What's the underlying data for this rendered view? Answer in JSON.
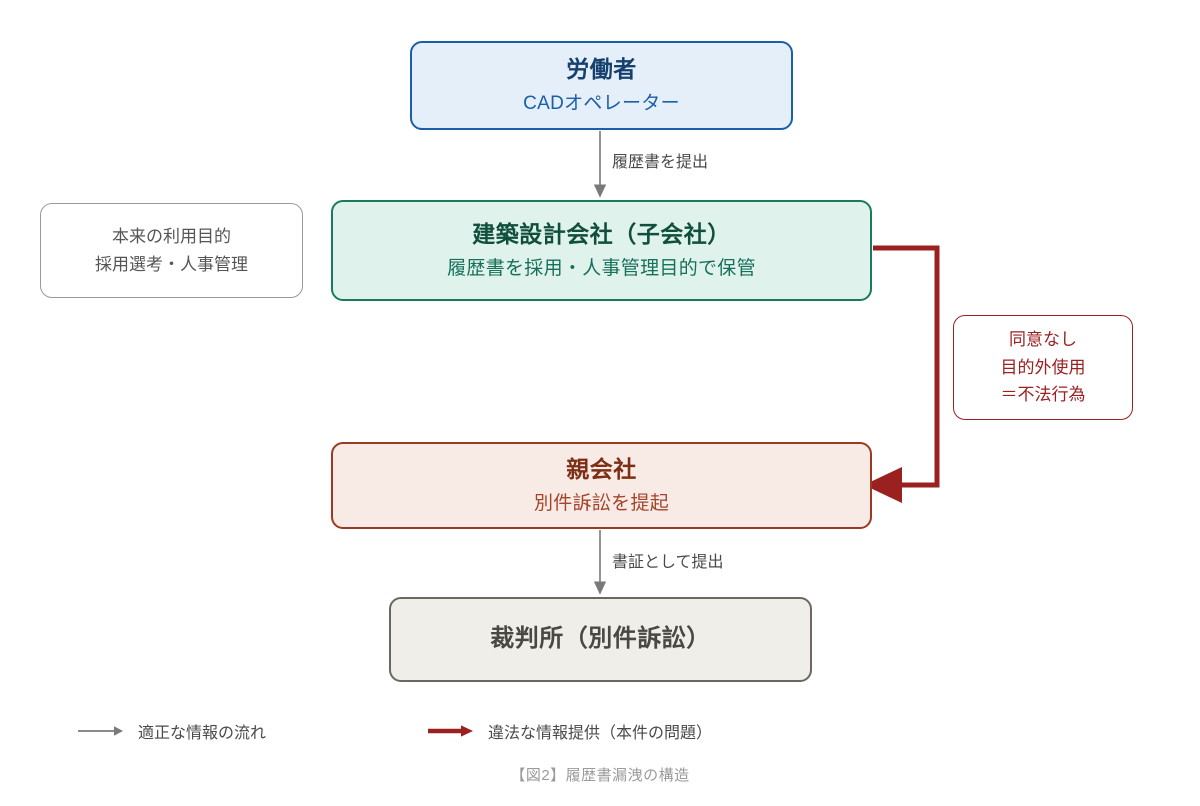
{
  "diagram": {
    "caption": "【図2】履歴書漏洩の構造",
    "nodes": {
      "worker": {
        "title": "労働者",
        "subtitle": "CADオペレーター",
        "fill": "#e5effa",
        "stroke": "#1a5fa8"
      },
      "design_company": {
        "title": "建築設計会社（子会社）",
        "subtitle": "履歴書を採用・人事管理目的で保管",
        "fill": "#e0f2ec",
        "stroke": "#1a7a5e"
      },
      "parent_company": {
        "title": "親会社",
        "subtitle": "別件訴訟を提起",
        "fill": "#f8ebe6",
        "stroke": "#9b3a22"
      },
      "court": {
        "title": "裁判所（別件訴訟）",
        "fill": "#f0eee8",
        "stroke": "#6b6861"
      },
      "purpose_note": {
        "line1": "本来の利用目的",
        "line2": "採用選考・人事管理",
        "stroke": "#9a9a9a"
      },
      "violation_note": {
        "line1": "同意なし",
        "line2": "目的外使用",
        "line3": "＝不法行為",
        "stroke": "#9b2020"
      }
    },
    "edges": {
      "worker_to_design": "履歴書を提出",
      "parent_to_court": "書証として提出"
    },
    "legend": [
      {
        "label": "適正な情報の流れ",
        "color": "#7a7a7a",
        "icon": "arrow-right-icon"
      },
      {
        "label": "違法な情報提供（本件の問題）",
        "color": "#9b2020",
        "icon": "arrow-right-icon"
      }
    ],
    "colors": {
      "proper_flow": "#7a7a7a",
      "illegal_flow": "#9b2020"
    }
  }
}
